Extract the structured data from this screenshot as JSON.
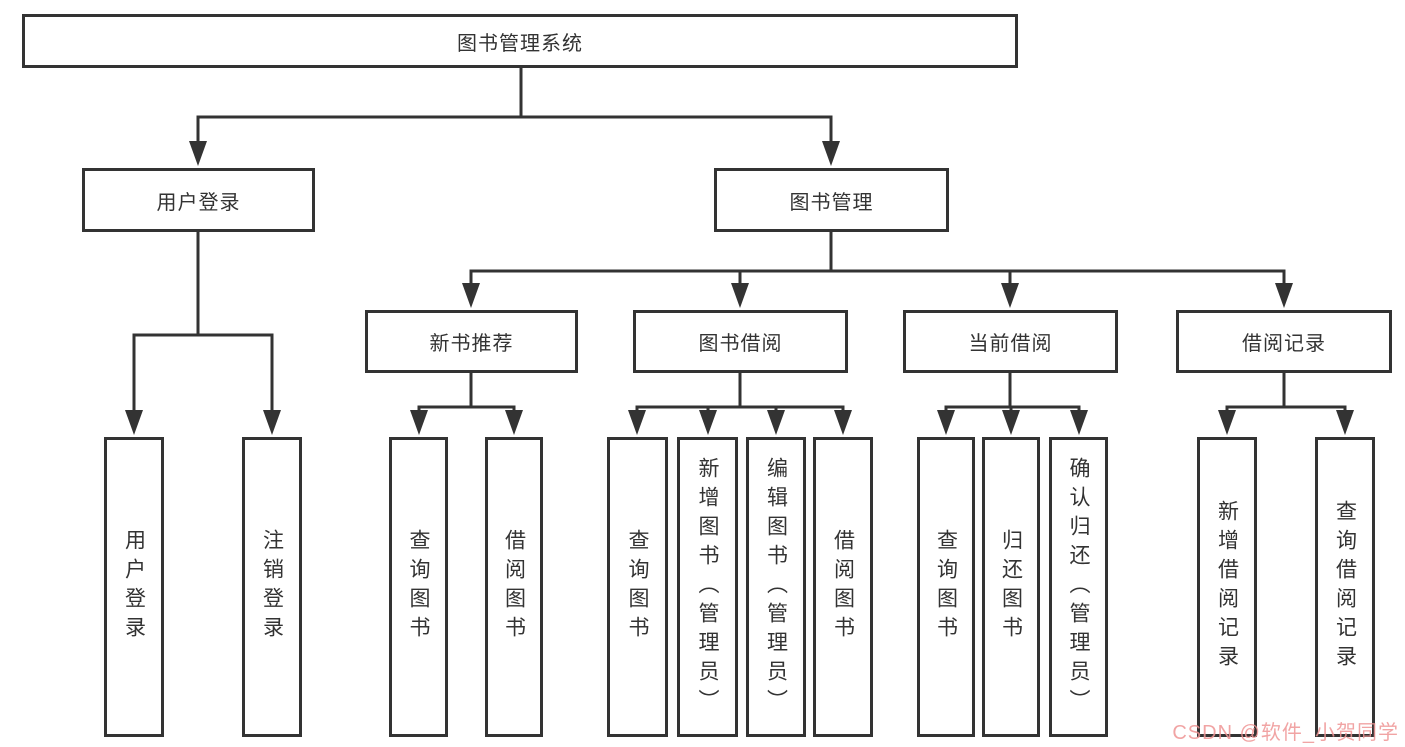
{
  "tree": {
    "root": "图书管理系统",
    "children": [
      {
        "label": "用户登录",
        "children": [
          "用户登录",
          "注销登录"
        ]
      },
      {
        "label": "图书管理",
        "children": [
          {
            "label": "新书推荐",
            "children": [
              "查询图书",
              "借阅图书"
            ]
          },
          {
            "label": "图书借阅",
            "children": [
              "查询图书",
              "新增图书（管理员）",
              "编辑图书（管理员）",
              "借阅图书"
            ]
          },
          {
            "label": "当前借阅",
            "children": [
              "查询图书",
              "归还图书",
              "确认归还（管理员）"
            ]
          },
          {
            "label": "借阅记录",
            "children": [
              "新增借阅记录",
              "查询借阅记录"
            ]
          }
        ]
      }
    ]
  },
  "watermark": {
    "text": "CSDN @软件_小贺同学",
    "color": "#ee9494"
  },
  "colors": {
    "line": "#333333",
    "border": "#333333",
    "text": "#333333",
    "background": "#ffffff"
  }
}
